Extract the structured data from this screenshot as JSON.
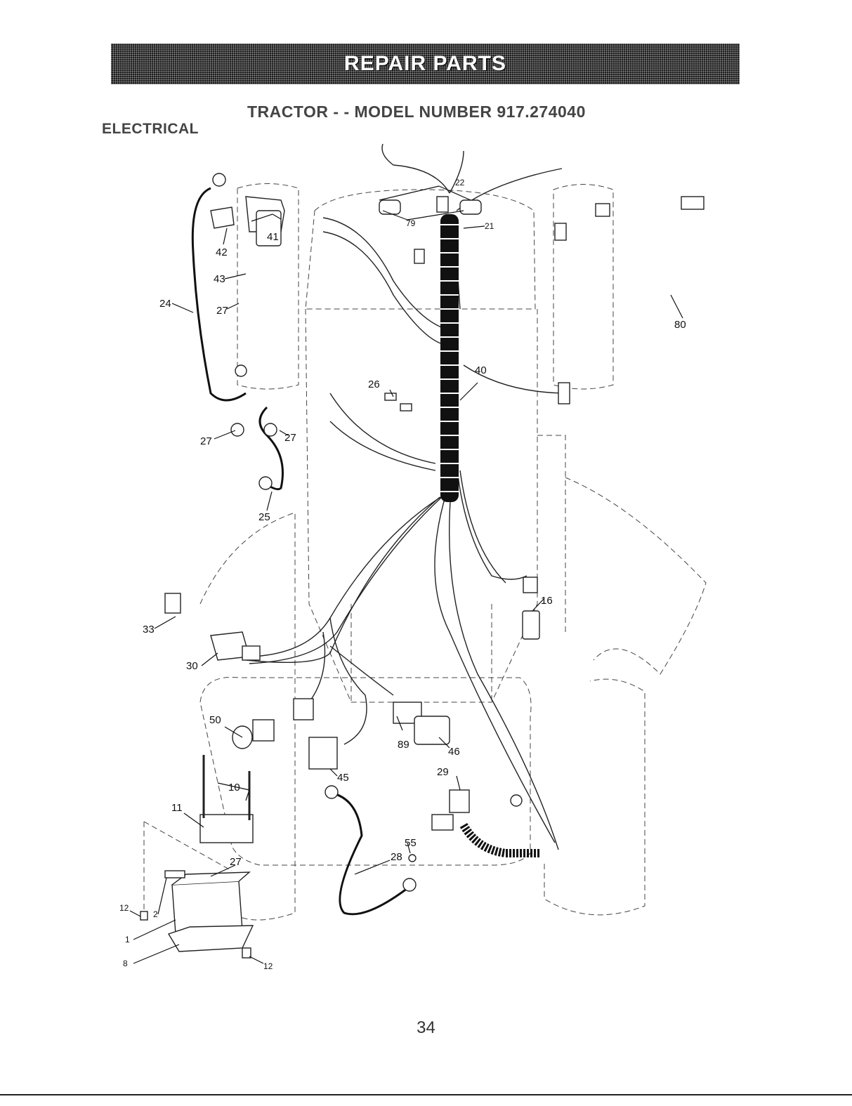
{
  "header": {
    "banner": "REPAIR PARTS",
    "title": "TRACTOR - - MODEL NUMBER 917.274040",
    "section": "ELECTRICAL"
  },
  "callouts": {
    "c1": "1",
    "c2": "2",
    "c8": "8",
    "c10": "10",
    "c11": "11",
    "c12a": "12",
    "c12b": "12",
    "c16": "16",
    "c21": "21",
    "c22": "22",
    "c24": "24",
    "c25": "25",
    "c26": "26",
    "c27a": "27",
    "c27b": "27",
    "c27c": "27",
    "c27d": "27",
    "c28": "28",
    "c29": "29",
    "c30": "30",
    "c33": "33",
    "c40": "40",
    "c41": "41",
    "c42": "42",
    "c43": "43",
    "c45": "45",
    "c46": "46",
    "c50": "50",
    "c55": "55",
    "c79": "79",
    "c80": "80",
    "c89": "89"
  },
  "footer": {
    "page_number": "34"
  }
}
